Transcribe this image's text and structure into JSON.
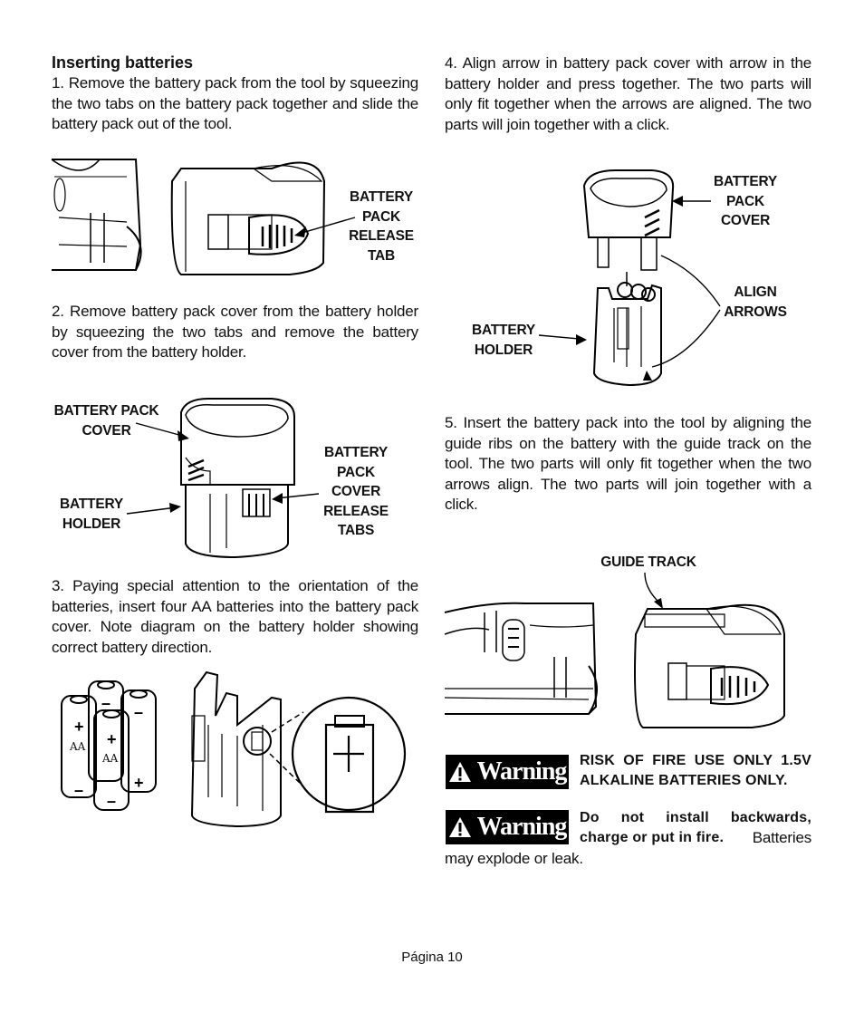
{
  "section_title": "Inserting batteries",
  "steps": {
    "s1": "1. Remove the battery pack from the tool by squeezing the two tabs on the battery pack together and slide the battery pack out of the tool.",
    "s2": "2. Remove battery pack cover from the battery holder by squeezing the two tabs and remove the battery cover from the battery holder.",
    "s3": "3. Paying special attention to the orientation of the batteries, insert four AA batteries into the battery pack cover. Note diagram on the battery holder showing correct battery direction.",
    "s4": "4. Align arrow in battery pack cover with arrow in the battery holder and press together. The two parts will only fit together when the arrows are aligned. The two parts will join together with a click.",
    "s5": "5. Insert the battery pack into the tool by aligning the guide ribs on the battery with the guide track on the tool. The two parts will only fit together when the two arrows align. The two parts will join together with a click."
  },
  "labels": {
    "release_tab": [
      "BATTERY",
      "PACK",
      "RELEASE",
      "TAB"
    ],
    "fig2_cover": [
      "BATTERY PACK",
      "COVER"
    ],
    "fig2_holder": [
      "BATTERY",
      "HOLDER"
    ],
    "fig2_tabs": [
      "BATTERY",
      "PACK",
      "COVER",
      "RELEASE",
      "TABS"
    ],
    "fig4_cover": [
      "BATTERY",
      "PACK",
      "COVER"
    ],
    "fig4_align": [
      "ALIGN",
      "ARROWS"
    ],
    "fig4_holder": [
      "BATTERY",
      "HOLDER"
    ],
    "guide_track": "GUIDE TRACK",
    "aa": "AA"
  },
  "warnings": {
    "label": "WARNING",
    "w1": "RISK OF FIRE USE ONLY 1.5V ALKALINE BATTERIES ONLY.",
    "w2_bold": "Do not install backwards, charge or put in fire.",
    "w2_rest": " Batteries may explode or leak."
  },
  "footer": "Página 10"
}
